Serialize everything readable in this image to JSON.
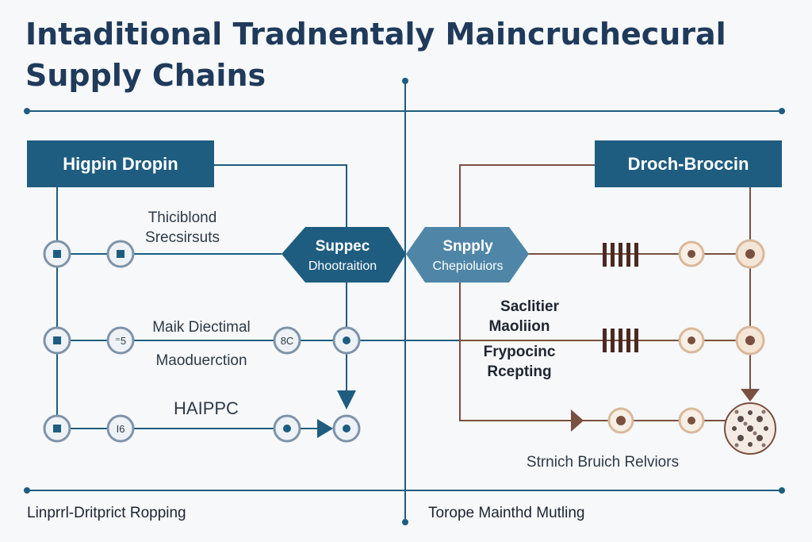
{
  "title": {
    "line1": "Intaditional Tradnentaly Maincruchecural",
    "line2": "Supply Chains"
  },
  "left": {
    "box_label": "Higpin Dropin",
    "hexagon": {
      "bold": "Suppec",
      "sub": "Dhootraition"
    },
    "labels": {
      "upper_1": "Thiciblond",
      "upper_2": "Srecsirsuts",
      "middle_1": "Maik Diectimal",
      "middle_2": "Maoduerction",
      "lower": "HAIPPC"
    },
    "node_texts": {
      "row2": "⁼5",
      "row2_mid": "8C",
      "row3": "I6"
    }
  },
  "right": {
    "box_label": "Droch-Broccin",
    "hexagon": {
      "bold": "Snpply",
      "sub": "Chepioluiors"
    },
    "labels": {
      "upper_1": "Saclitier",
      "upper_2": "Maoliion",
      "lower_1": "Frypocinc",
      "lower_2": "Rcepting",
      "bottom": "Strnich Bruich Relviors"
    }
  },
  "footer": {
    "left": "Linprrl-Dritprict Ropping",
    "right": "Torope Mainthd Mutling"
  },
  "colors": {
    "navy": "#1f3a5a",
    "teal": "#1e5d80",
    "brown": "#7a5040",
    "light_bg": "#f6f8fa"
  }
}
